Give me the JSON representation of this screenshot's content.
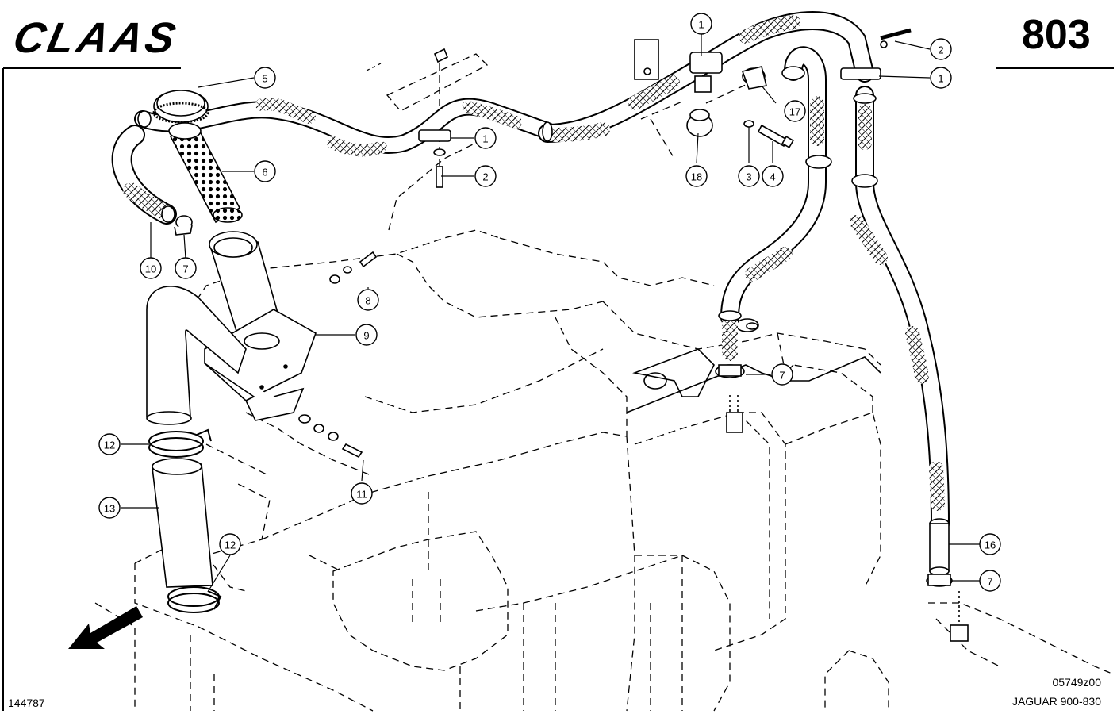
{
  "header": {
    "brand": "CLAAS",
    "page_number": "803"
  },
  "footer": {
    "drawing_id": "144787",
    "image_code": "05749z00",
    "model": "JAGUAR 900-830"
  },
  "callouts": [
    {
      "label": "1"
    },
    {
      "label": "2"
    },
    {
      "label": "1"
    },
    {
      "label": "2"
    },
    {
      "label": "1"
    },
    {
      "label": "17"
    },
    {
      "label": "18"
    },
    {
      "label": "3"
    },
    {
      "label": "4"
    },
    {
      "label": "5"
    },
    {
      "label": "6"
    },
    {
      "label": "10"
    },
    {
      "label": "7"
    },
    {
      "label": "8"
    },
    {
      "label": "9"
    },
    {
      "label": "7"
    },
    {
      "label": "12"
    },
    {
      "label": "13"
    },
    {
      "label": "11"
    },
    {
      "label": "12"
    },
    {
      "label": "16"
    },
    {
      "label": "7"
    }
  ]
}
